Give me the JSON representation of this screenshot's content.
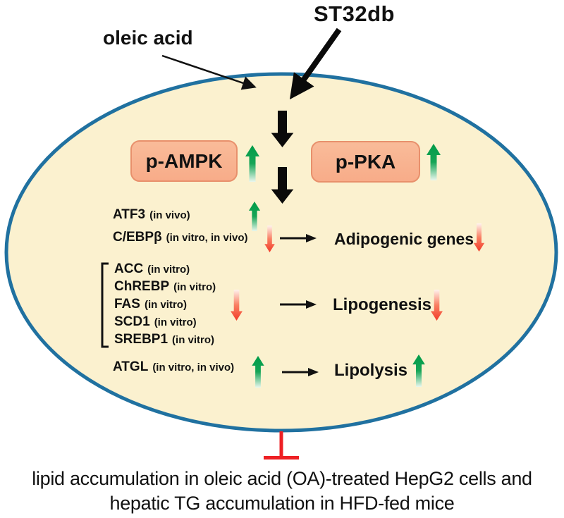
{
  "diagram": {
    "inputs": {
      "drug": "ST32db",
      "stimulus": "oleic acid"
    },
    "kinases": [
      {
        "name": "p-AMPK",
        "direction": "up"
      },
      {
        "name": "p-PKA",
        "direction": "up"
      }
    ],
    "adipogenic": {
      "genes": [
        {
          "name": "ATF3",
          "context": "(in vivo)",
          "direction": "up"
        },
        {
          "name": "C/EBPβ",
          "context": "(in vitro, in vivo)",
          "direction": "down"
        }
      ],
      "target": "Adipogenic genes",
      "target_direction": "down"
    },
    "lipogenesis": {
      "genes": [
        {
          "name": "ACC",
          "context": "(in vitro)"
        },
        {
          "name": "ChREBP",
          "context": "(in vitro)"
        },
        {
          "name": "FAS",
          "context": "(in vitro)"
        },
        {
          "name": "SCD1",
          "context": "(in vitro)"
        },
        {
          "name": "SREBP1",
          "context": "(in vitro)"
        }
      ],
      "group_direction": "down",
      "target": "Lipogenesis",
      "target_direction": "down"
    },
    "lipolysis": {
      "genes": [
        {
          "name": "ATGL",
          "context": "(in vitro, in vivo)",
          "direction": "up"
        }
      ],
      "target": "Lipolysis",
      "target_direction": "up"
    },
    "outcome": {
      "line1": "lipid accumulation in oleic acid (OA)-treated HepG2 cells and",
      "line2": "hepatic TG accumulation in HFD-fed mice"
    },
    "colors": {
      "cell_fill": "#FBF1CF",
      "cell_border": "#2071A0",
      "kinase_box_fill": "#F8AC89",
      "kinase_box_border": "#E8906C",
      "up_arrow": "#00A651",
      "down_arrow": "#F23B28",
      "inhibition": "#EE2024",
      "text": "#111111"
    }
  }
}
